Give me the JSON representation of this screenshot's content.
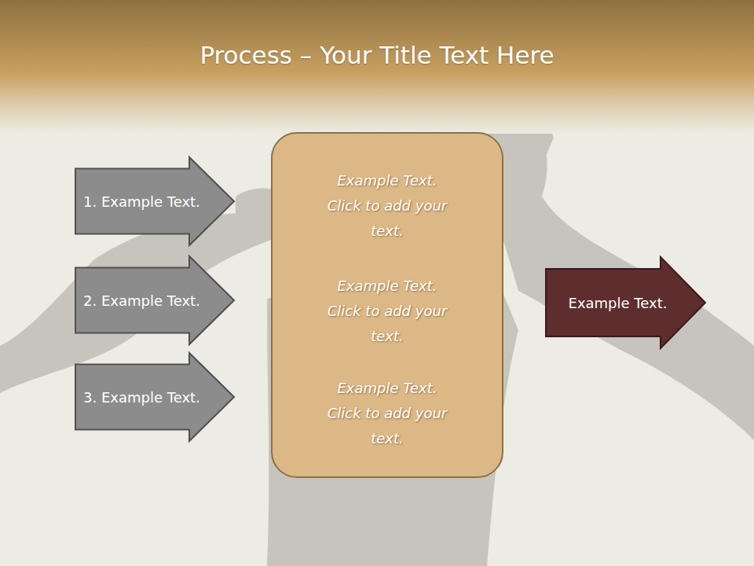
{
  "diagram": {
    "title": "Process – Your Title Text Here",
    "nodes": [
      {
        "text": [
          "1. Example Text."
        ]
      },
      {
        "text": [
          "2. Example Text."
        ]
      },
      {
        "text": [
          "3. Example Text."
        ]
      },
      {
        "text": [
          "Example Text. Click  to add your text.",
          "Example Text. Click  to add your text.",
          "Example Text. Click  to add your text."
        ]
      },
      {
        "text": [
          "Example Text."
        ]
      }
    ]
  }
}
